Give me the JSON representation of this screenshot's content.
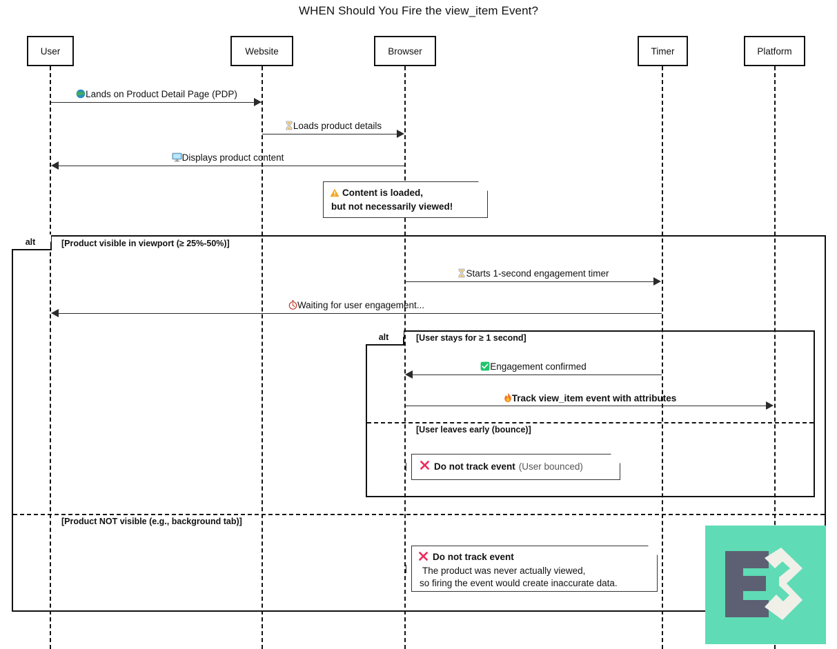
{
  "title": "WHEN Should You Fire the view_item Event?",
  "participants": [
    {
      "name": "User",
      "label": "User"
    },
    {
      "name": "Website",
      "label": "Website"
    },
    {
      "name": "Browser",
      "label": "Browser"
    },
    {
      "name": "Timer",
      "label": "Timer"
    },
    {
      "name": "Platform",
      "label": "Platform"
    }
  ],
  "messages": [
    {
      "id": "m1",
      "from": "User",
      "to": "Website",
      "icon": "globe-icon",
      "label": "Lands on Product Detail Page (PDP)",
      "bold": false
    },
    {
      "id": "m2",
      "from": "Website",
      "to": "Browser",
      "icon": "hourglass-icon",
      "label": "Loads product details",
      "bold": false
    },
    {
      "id": "m3",
      "from": "Browser",
      "to": "User",
      "icon": "monitor-icon",
      "label": "Displays product content",
      "bold": false
    },
    {
      "id": "m4",
      "from": "Browser",
      "to": "Timer",
      "icon": "hourglass-icon",
      "label": "Starts 1-second engagement timer",
      "bold": false
    },
    {
      "id": "m5",
      "from": "Timer",
      "to": "User",
      "icon": "stopwatch-icon",
      "label": "Waiting for user engagement...",
      "bold": false
    },
    {
      "id": "m6",
      "from": "Timer",
      "to": "Browser",
      "icon": "check-icon",
      "label": "Engagement confirmed",
      "bold": false
    },
    {
      "id": "m7",
      "from": "Browser",
      "to": "Platform",
      "icon": "fire-icon",
      "label": "Track view_item event with attributes",
      "bold": true
    }
  ],
  "notes": [
    {
      "id": "note_loaded",
      "icon": "warning-icon",
      "lines": [
        "Content is loaded,",
        "but not necessarily viewed!"
      ],
      "bold": true
    },
    {
      "id": "note_bounce",
      "icon": "cross-icon",
      "strong": "Do not track event",
      "muted": "(User bounced)"
    },
    {
      "id": "note_notvisible",
      "icon": "cross-icon",
      "strong": "Do not track event",
      "lines": [
        "The product was never actually viewed,",
        "so firing the event would create inaccurate data."
      ]
    }
  ],
  "fragments": [
    {
      "id": "outer_alt",
      "operator": "alt",
      "conditions": [
        "[Product visible in viewport (≥ 25%-50%)]",
        "[Product NOT visible (e.g., background tab)]"
      ]
    },
    {
      "id": "inner_alt",
      "operator": "alt",
      "conditions": [
        "[User stays for ≥ 1 second]",
        "[User leaves early (bounce)]"
      ]
    }
  ],
  "colors": {
    "line": "#2b2b2b",
    "frame": "#111111",
    "logo_bg": "#5FDCB5",
    "logo_e": "#5C6072",
    "logo_three": "#F0F0E8",
    "warning": "#F5A623",
    "check": "#1FC46B",
    "fire": "#F07B2A",
    "cross": "#ED2B5C"
  },
  "watermark": {
    "name": "e3-logo",
    "letters": "E3"
  }
}
